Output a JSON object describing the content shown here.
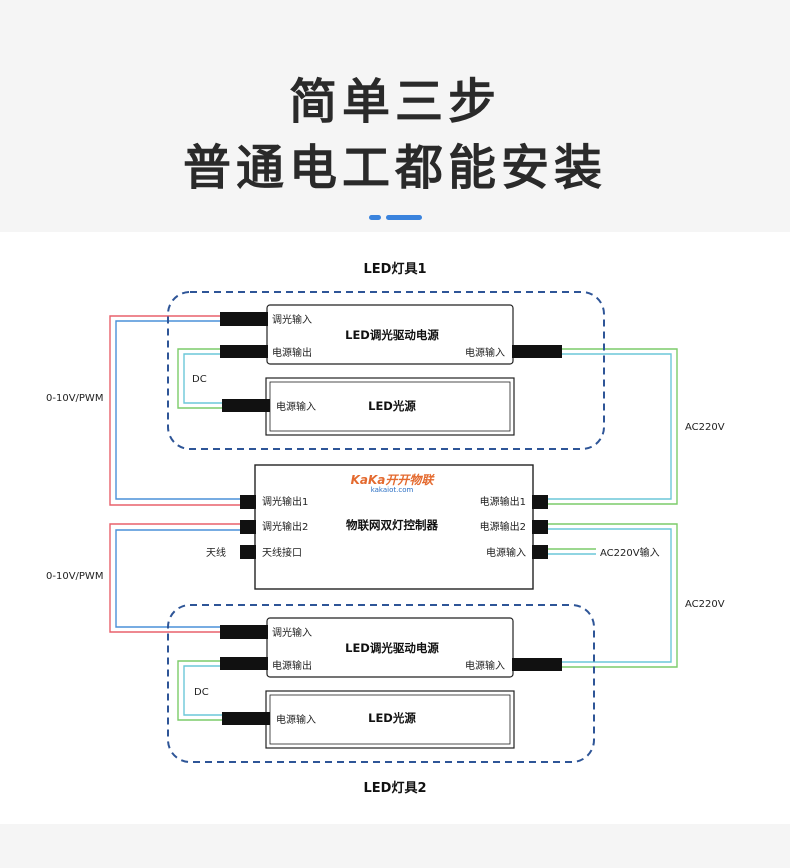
{
  "header": {
    "title_line1": "简单三步",
    "title_line2": "普通电工都能安装"
  },
  "fixture1": {
    "title": "LED灯具1",
    "driver": {
      "name": "LED调光驱动电源",
      "dim_input": "调光输入",
      "power_output": "电源输出",
      "power_input": "电源输入"
    },
    "dc_label": "DC",
    "light": {
      "name": "LED光源",
      "power_input": "电源输入"
    }
  },
  "fixture2": {
    "title": "LED灯具2",
    "driver": {
      "name": "LED调光驱动电源",
      "dim_input": "调光输入",
      "power_output": "电源输出",
      "power_input": "电源输入"
    },
    "dc_label": "DC",
    "light": {
      "name": "LED光源",
      "power_input": "电源输入"
    }
  },
  "controller": {
    "name": "物联网双灯控制器",
    "logo": "KaKa开开物联",
    "logo_url": "kakaiot.com",
    "dim_out1": "调光输出1",
    "dim_out2": "调光输出2",
    "antenna_port": "天线接口",
    "power_out1": "电源输出1",
    "power_out2": "电源输出2",
    "power_in": "电源输入"
  },
  "labels": {
    "signal_top": "0-10V/PWM",
    "signal_bottom": "0-10V/PWM",
    "ac_top": "AC220V",
    "ac_bottom": "AC220V",
    "antenna": "天线",
    "ac_input": "AC220V输入"
  },
  "colors": {
    "accent": "#3a83dd",
    "dashed_border": "#2e5597",
    "wire_red": "#e8606b",
    "wire_blue": "#4a90d9",
    "wire_green": "#7ccc6a",
    "wire_cyan": "#6cc7d8",
    "plug": "#111111"
  }
}
